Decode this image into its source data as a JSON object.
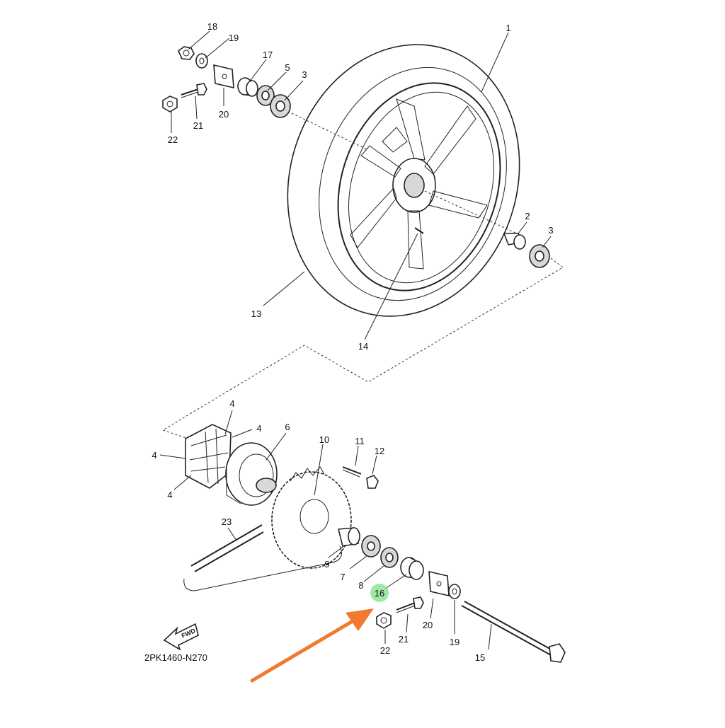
{
  "diagram": {
    "part_code": "2PK1460-N270",
    "fwd_label": "FWD",
    "highlight_color": "#7fe08a",
    "arrow_color": "#f07a30",
    "callouts": {
      "c1": "1",
      "c2": "2",
      "c3a": "3",
      "c3b": "3",
      "c4a": "4",
      "c4b": "4",
      "c4c": "4",
      "c4d": "4",
      "c5": "5",
      "c6": "6",
      "c7": "7",
      "c8": "8",
      "c9": "9",
      "c10": "10",
      "c11": "11",
      "c12": "12",
      "c13": "13",
      "c14": "14",
      "c15": "15",
      "c16": "16",
      "c17": "17",
      "c18": "18",
      "c19a": "19",
      "c19b": "19",
      "c20a": "20",
      "c20b": "20",
      "c21a": "21",
      "c21b": "21",
      "c22a": "22",
      "c22b": "22",
      "c23": "23"
    }
  }
}
